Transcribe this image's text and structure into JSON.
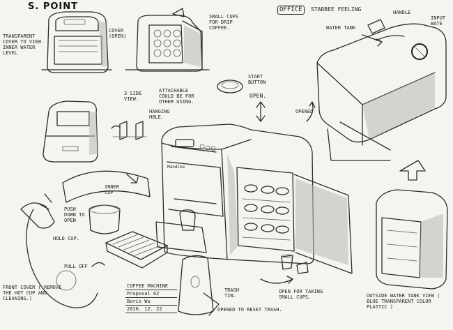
{
  "header": {
    "title": "S. POINT",
    "office_label": "OFFICE",
    "office_tagline": "STARBEE FEELING"
  },
  "notes": {
    "transparent_cover": "TRANSPARENT COVER TO VIEW INNER WATER LEVEL",
    "cover_open": "COVER (OPEN)",
    "small_cups": "SMALL CUPS FOR DRIP COFFEE.",
    "water_tank": "WATER TANK",
    "handle": "HANDLE",
    "input_water": "INPUT WATE",
    "three_side_view": "3 SIDE VIEW.",
    "attachable": "ATTACHABLE COULD BE FOR OTHER USING.",
    "hanging_hole": "HANGING HOLE.",
    "start_button": "START BUTTON",
    "open_1": "OPEN.",
    "opened": "OPENED",
    "inner_cup": "INNER CUP",
    "push_down": "PUSH DOWN TO OPEN",
    "hold_cup": "HOLD CUP.",
    "pull_off": "PULL OFF",
    "front_cover": "FRONT COVER ( REMOVE THE HOT CUP AND CLEANING.)",
    "trash_tin": "TRASH TIN.",
    "opened_reset": "OPENED TO RESET TRASH.",
    "open_for_taking": "OPEN FOR TAKING SMALL CUPS.",
    "outside_view": "OUTSIDE WATER TANK VIEW ( BLUE TRANSPARENT COLOR PLASTIC )",
    "brand": "Mandine"
  },
  "title_block": {
    "line1": "COFFEE MACHINE",
    "line2": "Proposal 02",
    "line3": "Boris Wu",
    "line4": "2010. 12. 22"
  }
}
